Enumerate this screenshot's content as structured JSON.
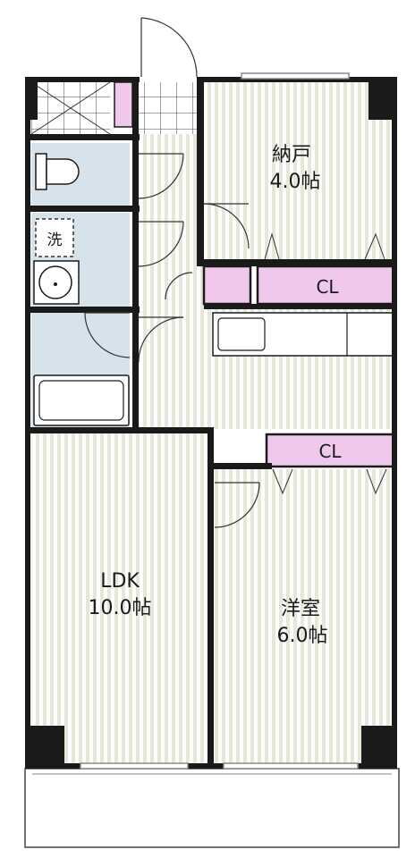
{
  "rooms": {
    "storage": {
      "name": "納戸",
      "size": "4.0帖"
    },
    "ldk": {
      "name": "LDK",
      "size": "10.0帖"
    },
    "western": {
      "name": "洋室",
      "size": "6.0帖"
    }
  },
  "closets": {
    "upper": "CL",
    "lower": "CL"
  },
  "washer": {
    "label": "洗"
  },
  "colors": {
    "wall": "#1a1a1a",
    "floor_stripe": "#e6e4d4",
    "wet_area": "#d6e3ea",
    "closet": "#f0c8ec",
    "closet_border": "#1a1a1a"
  }
}
